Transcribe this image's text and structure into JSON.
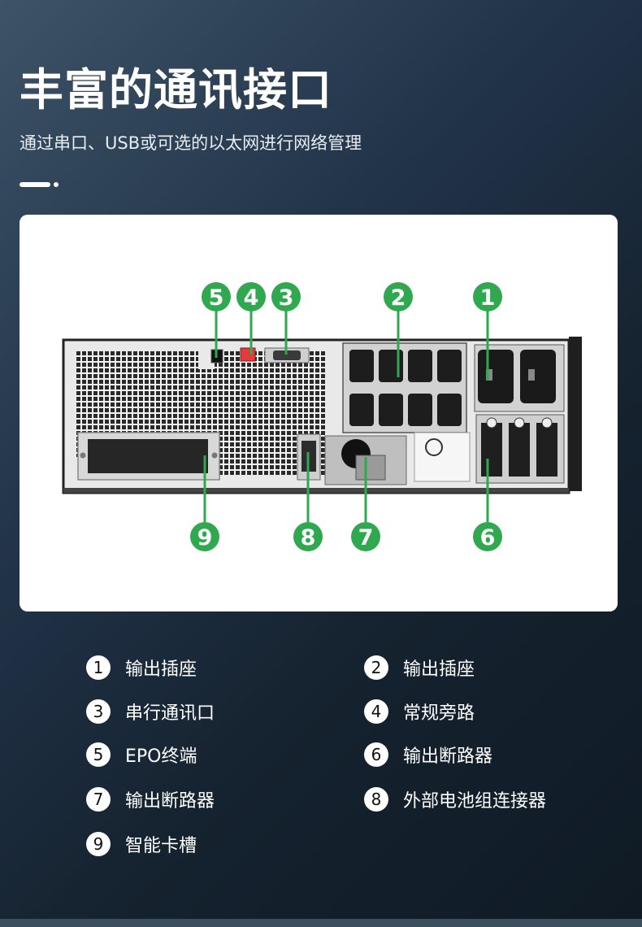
{
  "header": {
    "title": "丰富的通讯接口",
    "subtitle": "通过串口、USB或可选的以太网进行网络管理"
  },
  "colors": {
    "accent_green": "#2fa84f",
    "background_dark": "#15222f",
    "panel_bg": "#ffffff"
  },
  "callouts": [
    {
      "num": "5"
    },
    {
      "num": "4"
    },
    {
      "num": "3"
    },
    {
      "num": "2"
    },
    {
      "num": "1"
    },
    {
      "num": "9"
    },
    {
      "num": "8"
    },
    {
      "num": "7"
    },
    {
      "num": "6"
    }
  ],
  "legend": [
    {
      "num": "1",
      "label": "输出插座"
    },
    {
      "num": "2",
      "label": "输出插座"
    },
    {
      "num": "3",
      "label": "串行通讯口"
    },
    {
      "num": "4",
      "label": "常规旁路"
    },
    {
      "num": "5",
      "label": "EPO终端"
    },
    {
      "num": "6",
      "label": "输出断路器"
    },
    {
      "num": "7",
      "label": "输出断路器"
    },
    {
      "num": "8",
      "label": "外部电池组连接器"
    },
    {
      "num": "9",
      "label": "智能卡槽"
    }
  ]
}
